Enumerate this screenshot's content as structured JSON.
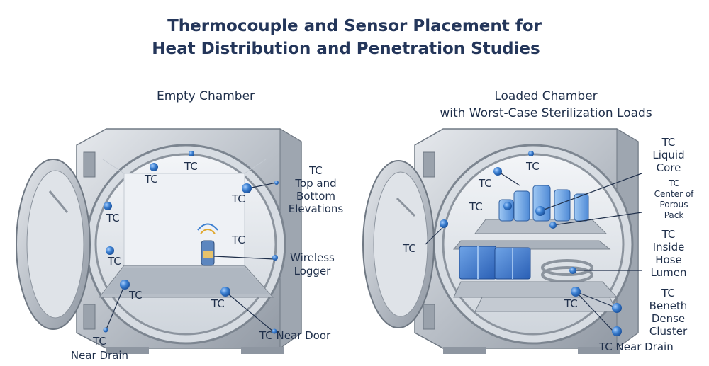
{
  "title": {
    "line1": "Thermocouple and Sensor Placement for",
    "line2": "Heat Distribution and Penetration Studies"
  },
  "panels": {
    "left": {
      "heading": "Empty Chamber",
      "tc_label": "TC",
      "callouts": {
        "top_bottom": {
          "tc": "TC",
          "line1": "Top and",
          "line2": "Bottom",
          "line3": "Elevations"
        },
        "wireless": {
          "line1": "Wireless",
          "line2": "Logger"
        },
        "near_door": {
          "tc": "TC",
          "text": "Near Door"
        },
        "near_drain": {
          "tc": "TC",
          "text": "Near Drain"
        }
      }
    },
    "right": {
      "heading_line1": "Loaded Chamber",
      "heading_line2": "with Worst-Case Sterilization Loads",
      "tc_label": "TC",
      "callouts": {
        "liquid_core": {
          "tc": "TC",
          "line1": "Liquid",
          "line2": "Core"
        },
        "porous_pack": {
          "tc": "TC",
          "line1": "Center of",
          "line2": "Porous",
          "line3": "Pack"
        },
        "hose_lumen": {
          "tc": "TC",
          "line1": "Inside",
          "line2": "Hose",
          "line3": "Lumen"
        },
        "dense_cluster": {
          "tc": "TC",
          "line1": "Beneth",
          "line2": "Dense",
          "line3": "Cluster"
        },
        "near_drain": {
          "tc": "TC",
          "text": "Near Drain"
        }
      }
    }
  },
  "colors": {
    "sensor": "#3b7fd0",
    "steel": "#c8cdd4",
    "package": "#2f6bc4"
  }
}
